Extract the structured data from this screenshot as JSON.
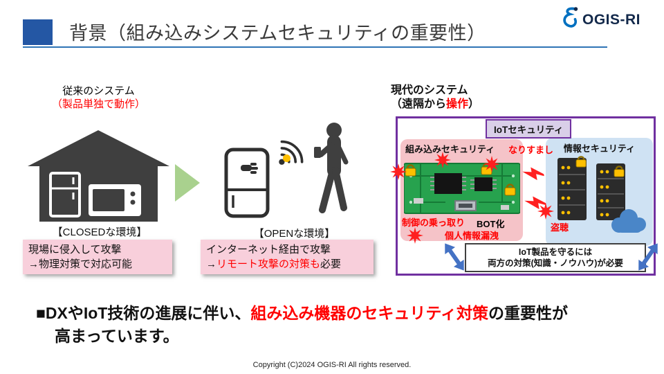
{
  "header": {
    "title": "背景（組み込みシステムセキュリティの重要性）"
  },
  "logo": {
    "text": "OGIS-RI"
  },
  "legacy": {
    "title": "従来のシステム",
    "subtitle": "（製品単独で動作）",
    "env": "【CLOSEDな環境】",
    "box_line1": "現場に侵入して攻撃",
    "box_line2": "→物理対策で対応可能"
  },
  "open": {
    "env": "【OPENな環境】",
    "box_line1": "インターネット経由で攻撃",
    "box_line2_arrow": "→",
    "box_line2_red": "リモート攻撃の対策も",
    "box_line2_tail": "必要"
  },
  "modern": {
    "title": "現代のシステム",
    "sub_prefix": "（遠隔から",
    "sub_red": "操作",
    "sub_tail": "）",
    "iot_label": "IoTセキュリティ",
    "embedded_label": "組み込みセキュリティ",
    "info_label": "情報セキュリティ",
    "threat_spoofing": "なりすまし",
    "threat_hijack": "制御の乗っ取り",
    "threat_bot": "BOT化",
    "threat_leak": "個人情報漏洩",
    "threat_eavesdrop": "盗聴",
    "need_line1": "IoT製品を守るには",
    "need_line2": "両方の対策(知識・ノウハウ)が必要"
  },
  "conclusion": {
    "bullet": "■",
    "prefix": "DXやIoT技術の進展に伴い、",
    "red": "組み込み機器のセキュリティ対策",
    "tail": "の重要性が",
    "line2": "高まっています。"
  },
  "footer": {
    "copyright": "Copyright (C)2024 OGIS-RI All rights reserved."
  },
  "colors": {
    "accent_blue": "#2457a4",
    "rule_blue": "#2e74b5",
    "purple": "#7030a0",
    "red": "#ff0000",
    "pink_box": "#f8cfdb",
    "panel_pink": "#f5c3c8",
    "panel_blue": "#cfe2f3",
    "pcb_green": "#27a24e",
    "arrow_green": "#a9d18e",
    "lock_yellow": "#ffc000",
    "cloud_blue": "#4a86c8"
  }
}
